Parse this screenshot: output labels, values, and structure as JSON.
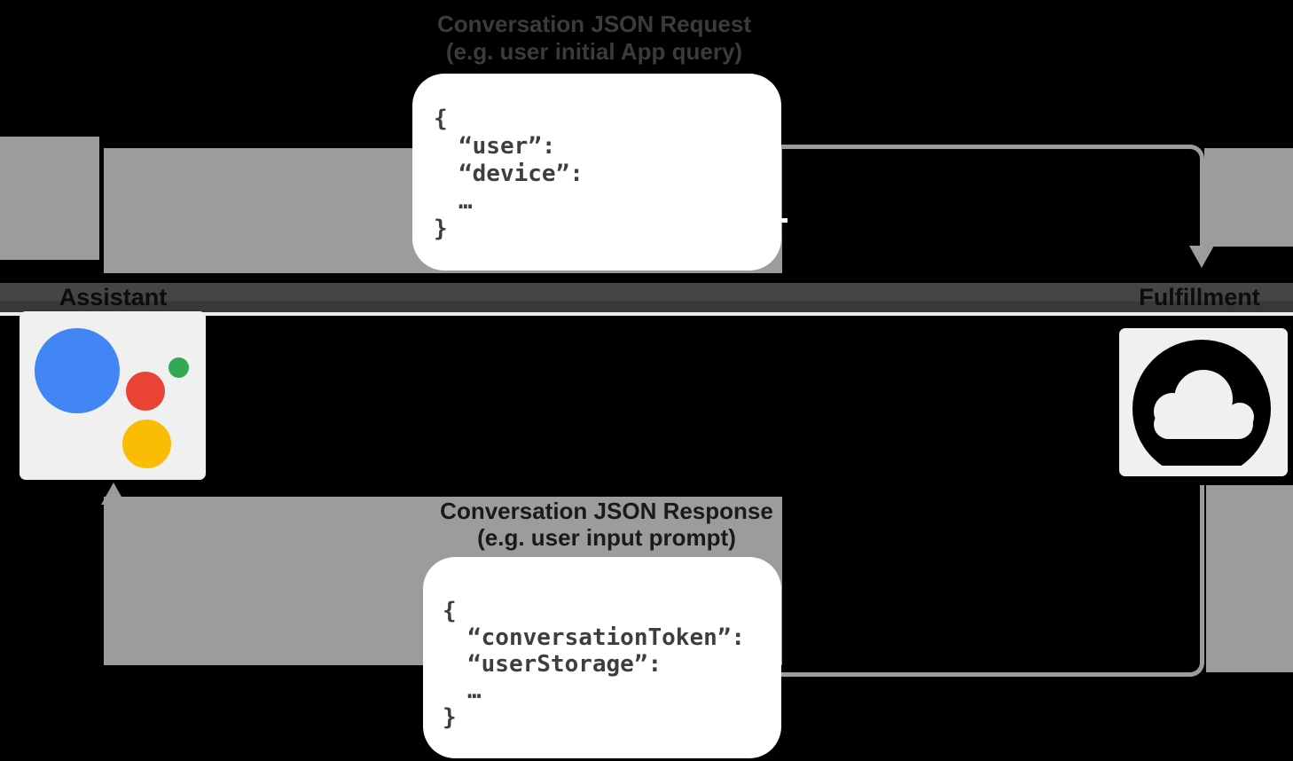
{
  "request": {
    "title_line1": "Conversation JSON Request",
    "title_line2": "(e.g. user initial App query)",
    "code": [
      "{",
      "“user”:",
      "“device”:",
      "…",
      "}"
    ]
  },
  "response": {
    "title_line1": "Conversation JSON Response",
    "title_line2": "(e.g. user input prompt)",
    "code": [
      "{",
      "“conversationToken”:",
      "“userStorage”:",
      "…",
      "}"
    ]
  },
  "actors": {
    "assistant": {
      "label": "Assistant",
      "icon": "google-assistant-logo"
    },
    "fulfillment": {
      "label": "Fulfillment",
      "icon": "cloud-icon"
    }
  },
  "arrows": {
    "request_direction": "assistant-to-fulfillment",
    "response_direction": "fulfillment-to-assistant"
  },
  "colors": {
    "background": "#000000",
    "arrow_gray": "#9c9c9c",
    "divider_band": "#424242",
    "divider_line": "#ececec",
    "card_background": "#f0f0f0",
    "callout_background": "#ffffff",
    "code_text": "#3e3e42",
    "request_title_text": "#3b3b3b",
    "google_blue": "#4285F4",
    "google_red": "#EA4335",
    "google_yellow": "#FBBC04",
    "google_green": "#34A853"
  }
}
